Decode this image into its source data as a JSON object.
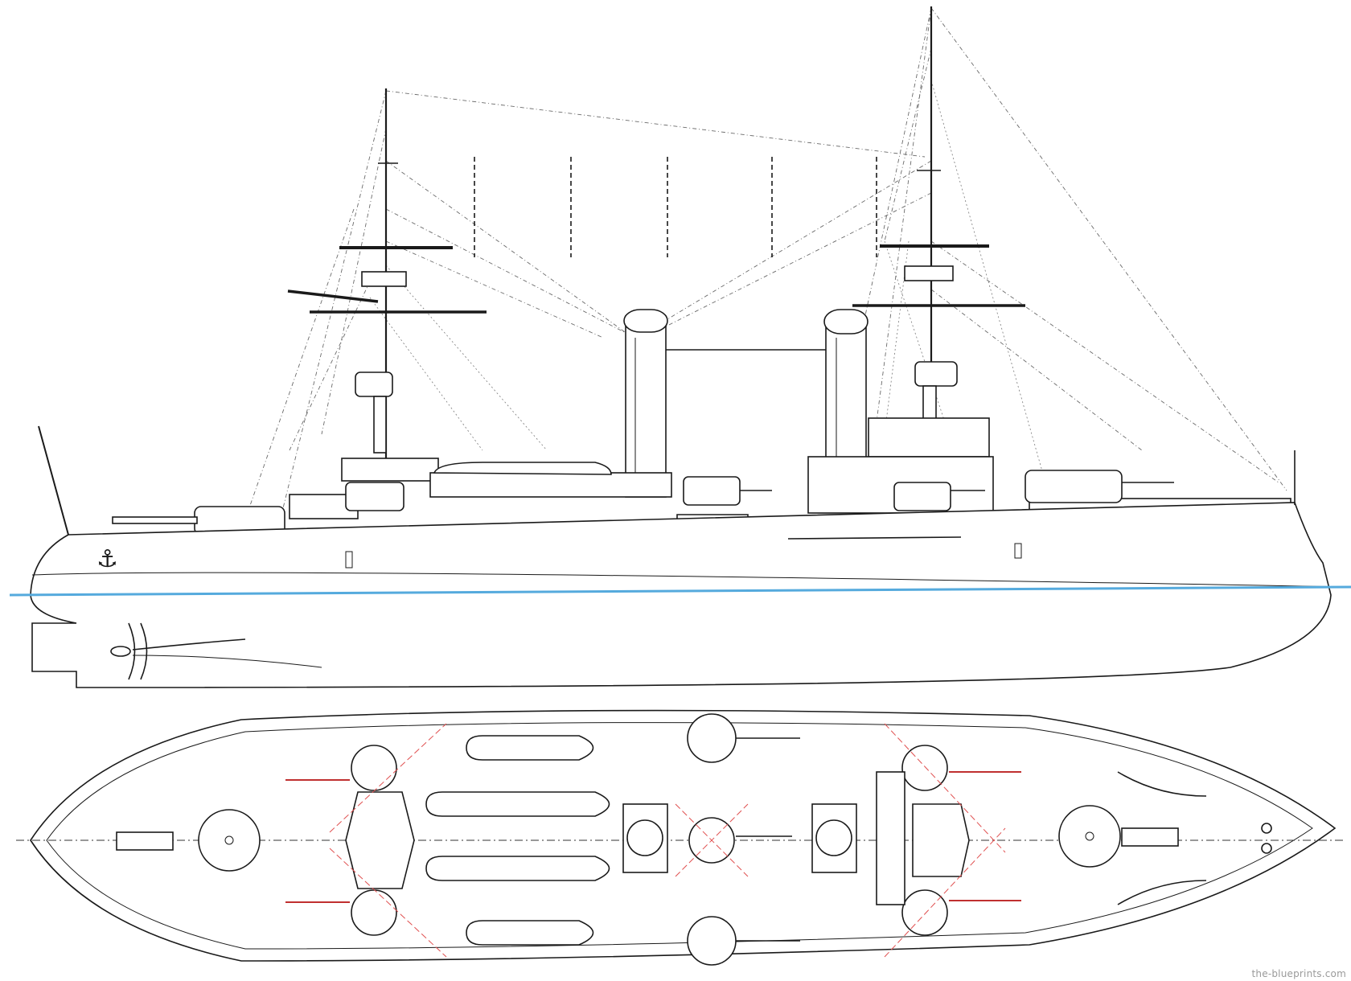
{
  "drawing": {
    "views": [
      "side-elevation",
      "plan-view"
    ],
    "colors": {
      "outline": "#1a1a1a",
      "waterline": "#55aadd",
      "rigging": "#6a6a6a",
      "arc_markers": "#e05050",
      "gun_barrels_plan": "#c03030",
      "background": "#ffffff"
    }
  },
  "watermark": {
    "text": "the-blueprints.com"
  }
}
